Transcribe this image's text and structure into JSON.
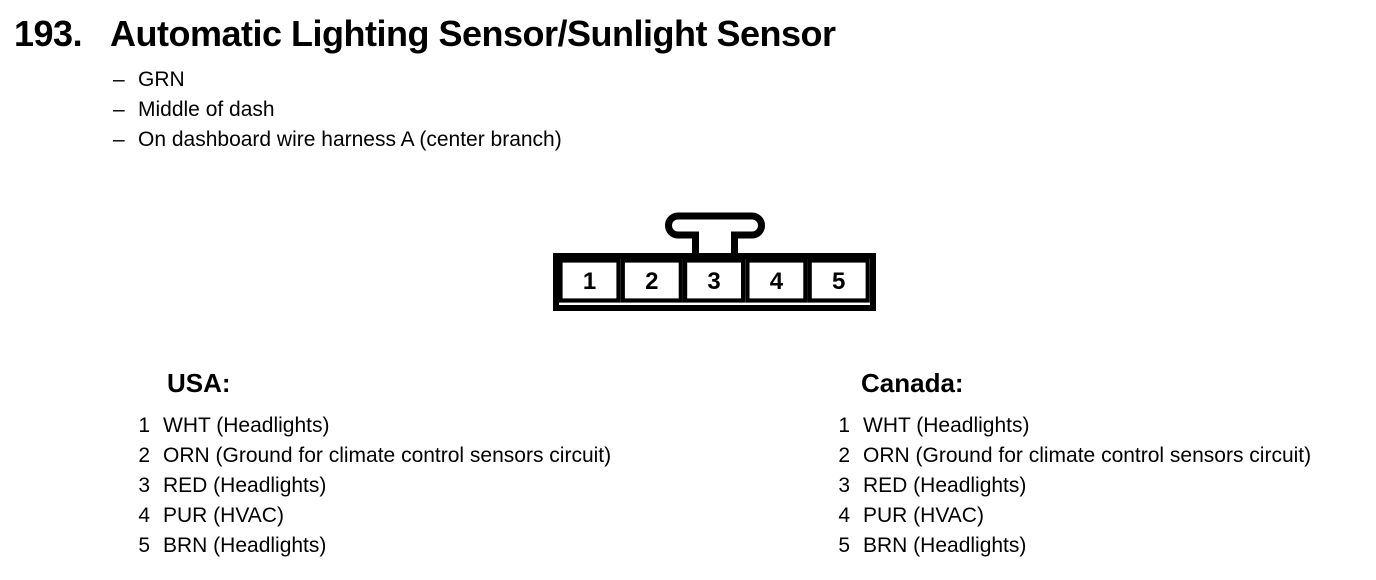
{
  "colors": {
    "ink": "#000000",
    "paper": "#ffffff"
  },
  "header": {
    "number": "193.",
    "title": "Automatic Lighting Sensor/Sunlight Sensor"
  },
  "bullet_marker": "–",
  "notes": [
    "GRN",
    "Middle of dash",
    "On dashboard wire harness A (center branch)"
  ],
  "connector": {
    "pins": [
      "1",
      "2",
      "3",
      "4",
      "5"
    ]
  },
  "regions": [
    {
      "heading": "USA:",
      "rows": [
        {
          "pin": "1",
          "label": "WHT (Headlights)"
        },
        {
          "pin": "2",
          "label": "ORN (Ground for climate control sensors circuit)"
        },
        {
          "pin": "3",
          "label": "RED (Headlights)"
        },
        {
          "pin": "4",
          "label": "PUR (HVAC)"
        },
        {
          "pin": "5",
          "label": "BRN (Headlights)"
        }
      ]
    },
    {
      "heading": "Canada:",
      "rows": [
        {
          "pin": "1",
          "label": "WHT (Headlights)"
        },
        {
          "pin": "2",
          "label": "ORN (Ground for climate control sensors circuit)"
        },
        {
          "pin": "3",
          "label": "RED (Headlights)"
        },
        {
          "pin": "4",
          "label": "PUR (HVAC)"
        },
        {
          "pin": "5",
          "label": "BRN (Headlights)"
        }
      ]
    }
  ]
}
